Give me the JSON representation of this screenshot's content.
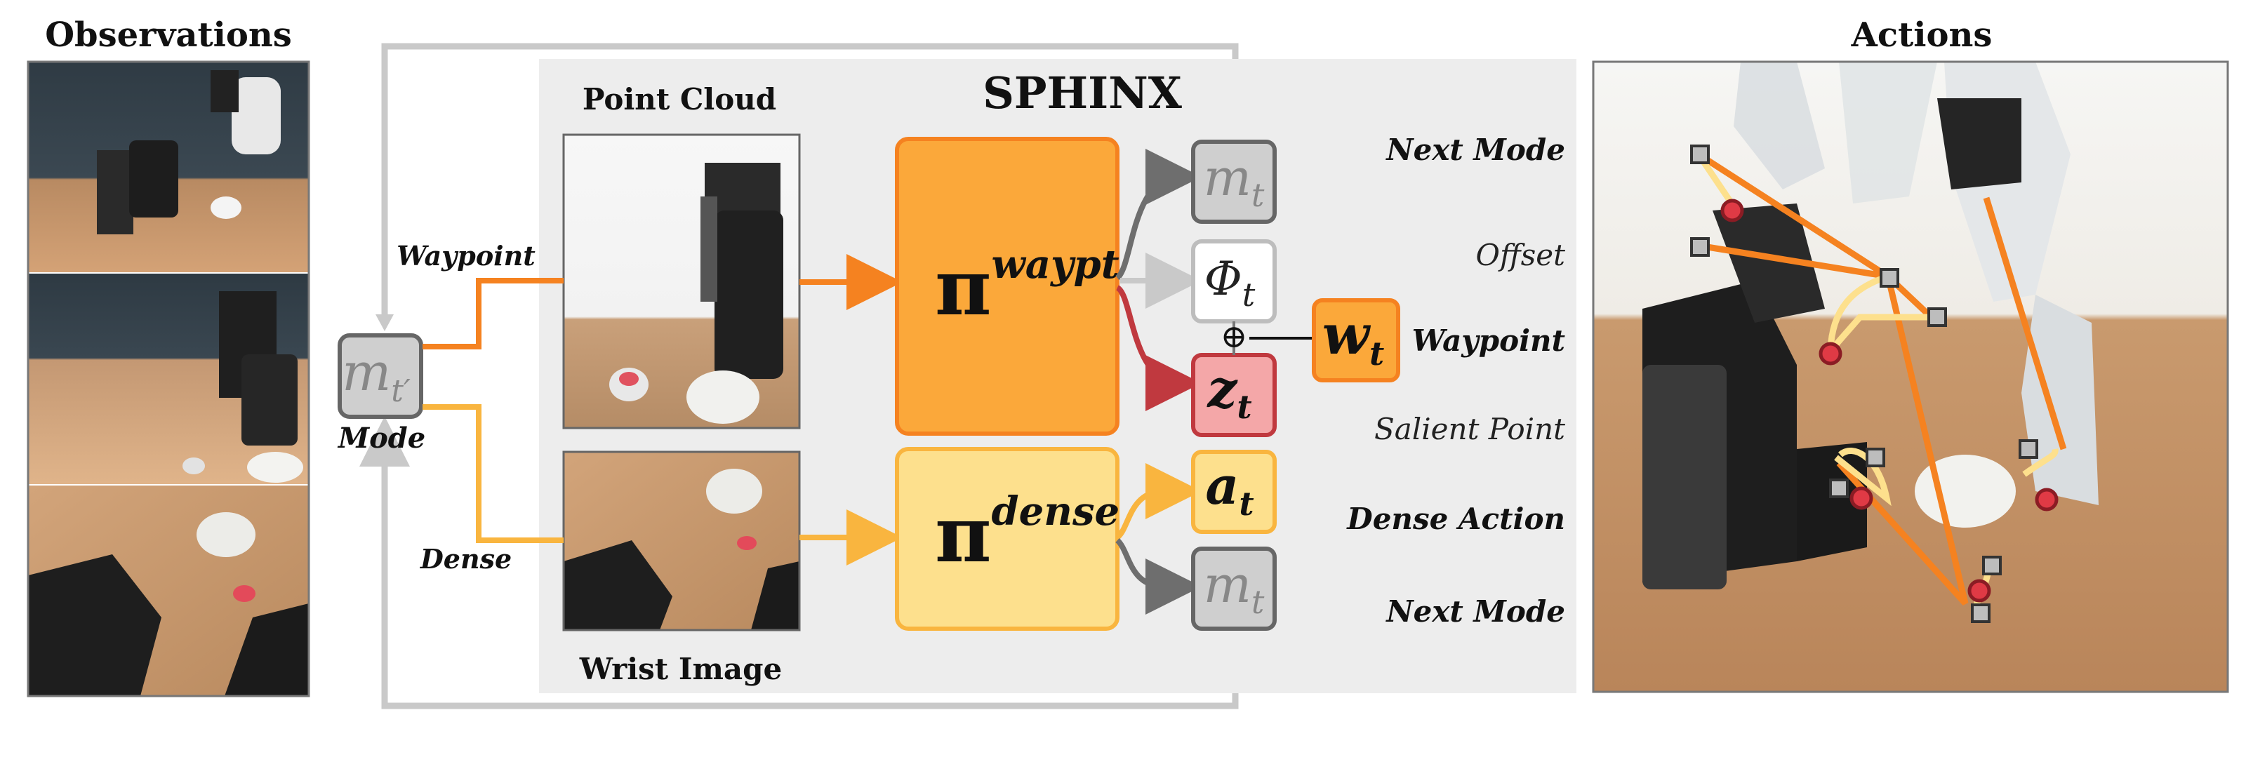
{
  "headings": {
    "observations": "Observations",
    "actions": "Actions"
  },
  "sphinx": {
    "title": "SPHINX",
    "point_cloud_label": "Point Cloud",
    "wrist_image_label": "Wrist Image"
  },
  "mode_input": {
    "symbol_base": "m",
    "symbol_sub": "t′",
    "label": "Mode",
    "waypoint_branch": "Waypoint",
    "dense_branch": "Dense"
  },
  "policies": {
    "waypoint": {
      "symbol": "π",
      "superscript": "waypt"
    },
    "dense": {
      "symbol": "π",
      "superscript": "dense"
    }
  },
  "outputs": {
    "mode_top": {
      "base": "m",
      "sub": "t"
    },
    "offset": {
      "base": "Φ",
      "sub": "t"
    },
    "salient": {
      "base": "z",
      "sub": "t"
    },
    "waypoint": {
      "base": "w",
      "sub": "t"
    },
    "dense_action": {
      "base": "a",
      "sub": "t"
    },
    "mode_bottom": {
      "base": "m",
      "sub": "t"
    },
    "plus_symbol": "⊕"
  },
  "output_labels": {
    "next_mode_top": "Next Mode",
    "offset": "Offset",
    "waypoint": "Waypoint",
    "salient_point": "Salient Point",
    "dense_action": "Dense Action",
    "next_mode_bottom": "Next Mode"
  },
  "colors": {
    "waypoint_orange": "#F58220",
    "waypoint_fill": "#FBA83A",
    "dense_yellow": "#F9B53F",
    "dense_fill": "#FDE08D",
    "salient_red": "#C0393F",
    "salient_fill": "#F4A7A8",
    "mode_gray": "#666666",
    "panel_gray": "#EDEDED",
    "loop_gray": "#C9C9C9"
  }
}
